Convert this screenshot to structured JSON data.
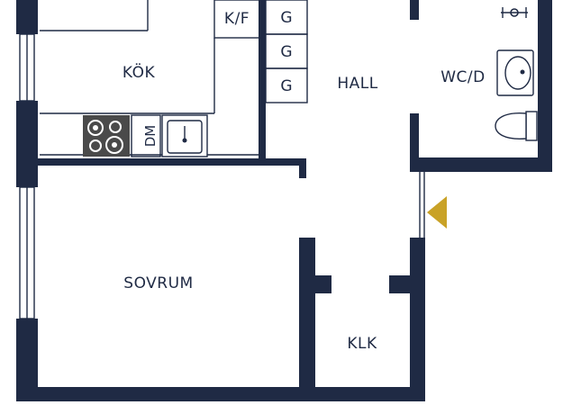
{
  "rooms": {
    "kok": "KÖK",
    "kf": "K/F",
    "hall": "HALL",
    "wcd": "WC/D",
    "sovrum": "SOVRUM",
    "klk": "KLK"
  },
  "closets": [
    "G",
    "G",
    "G"
  ],
  "appliance": {
    "dm": "DM"
  },
  "colors": {
    "wall": "#1f2a44",
    "entrance_marker": "#c9a227",
    "stove": "#4a4a4a",
    "background": "#ffffff"
  },
  "icons": {
    "entrance": "entrance-triangle-icon",
    "stove": "stove-icon",
    "sink": "sink-icon",
    "washbasin": "washbasin-icon",
    "toilet": "toilet-icon",
    "faucet": "faucet-icon"
  }
}
